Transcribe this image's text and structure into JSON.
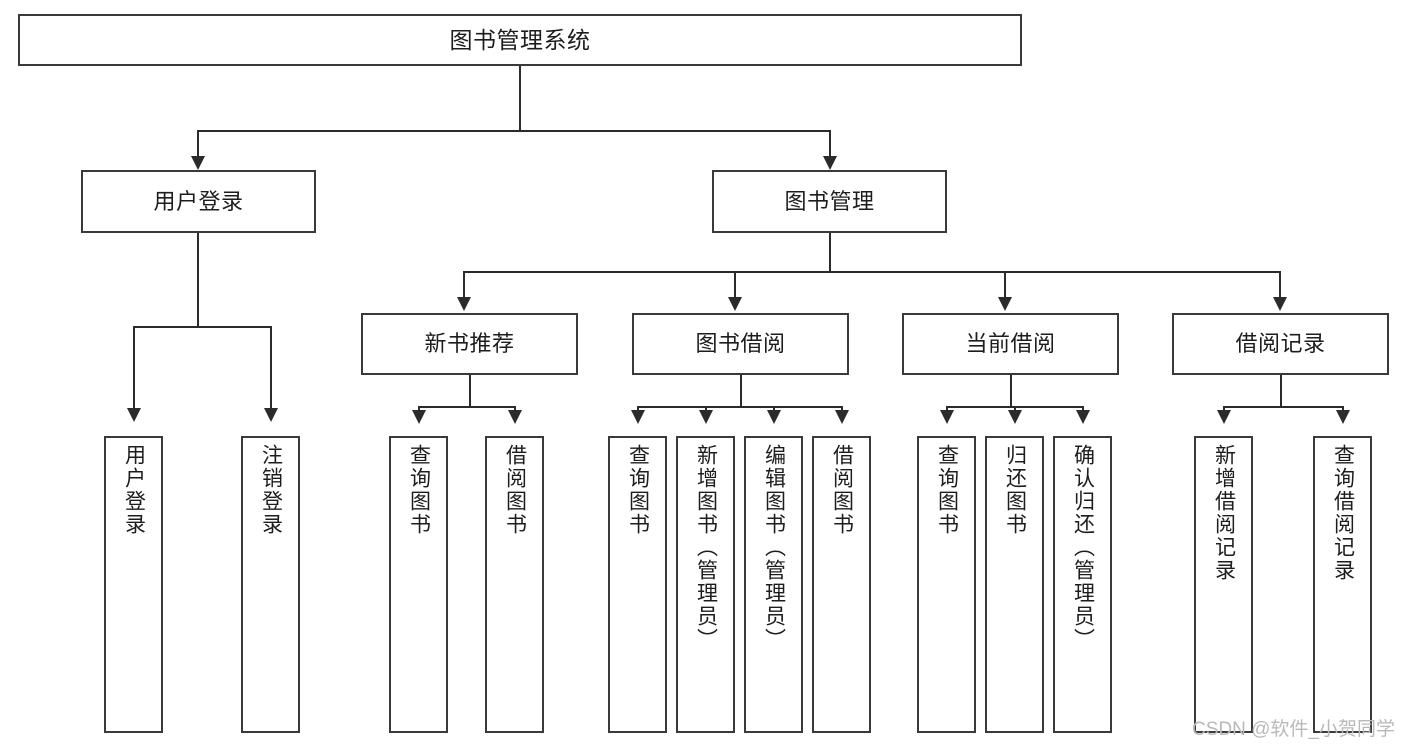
{
  "diagram": {
    "type": "hierarchy-tree",
    "title": "图书管理系统",
    "root": {
      "label": "图书管理系统"
    },
    "level2": [
      {
        "label": "用户登录"
      },
      {
        "label": "图书管理"
      }
    ],
    "level3": [
      {
        "label": "新书推荐"
      },
      {
        "label": "图书借阅"
      },
      {
        "label": "当前借阅"
      },
      {
        "label": "借阅记录"
      }
    ],
    "leaves": {
      "user_login": [
        {
          "label": "用户登录"
        },
        {
          "label": "注销登录"
        }
      ],
      "new_book_recommend": [
        {
          "label": "查询图书"
        },
        {
          "label": "借阅图书"
        }
      ],
      "book_borrow": [
        {
          "label": "查询图书"
        },
        {
          "label": "新增图书（管理员）"
        },
        {
          "label": "编辑图书（管理员）"
        },
        {
          "label": "借阅图书"
        }
      ],
      "current_borrow": [
        {
          "label": "查询图书"
        },
        {
          "label": "归还图书"
        },
        {
          "label": "确认归还（管理员）"
        }
      ],
      "borrow_record": [
        {
          "label": "新增借阅记录"
        },
        {
          "label": "查询借阅记录"
        }
      ]
    }
  },
  "watermark": {
    "text": "CSDN @软件_小贺同学"
  },
  "colors": {
    "box_border": "#3a3a3a",
    "connector": "#2b2b2b",
    "text": "#1d1d1d",
    "background": "#ffffff",
    "watermark": "#b9b9b9"
  }
}
